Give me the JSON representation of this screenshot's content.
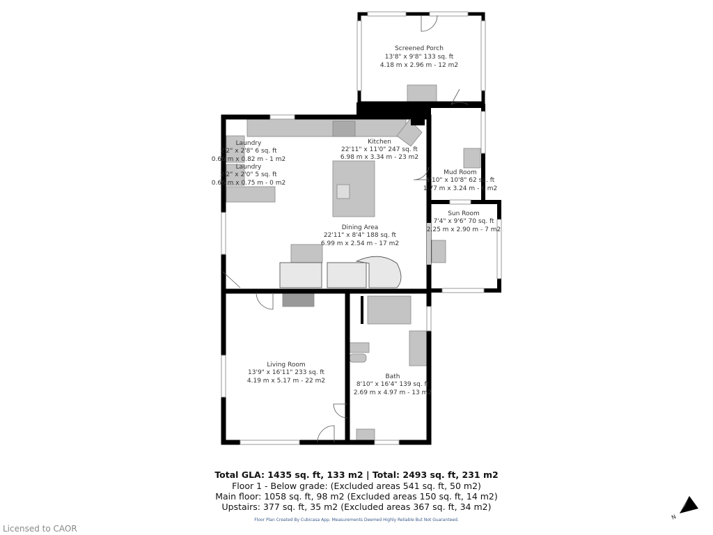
{
  "rooms": [
    {
      "name": "Screened Porch",
      "imperial": "13'8\" x 9'8\" 133 sq. ft",
      "metric": "4.18 m x 2.96 m - 12 m2"
    },
    {
      "name": "Kitchen",
      "imperial": "22'11\" x 11'0\" 247 sq. ft",
      "metric": "6.98 m x 3.34 m - 23 m2"
    },
    {
      "name": "Laundry",
      "imperial": "2'2\" x 2'8\" 6 sq. ft",
      "metric": "0.66 m x 0.82 m - 1 m2"
    },
    {
      "name": "Laundry",
      "imperial": "2'2\" x 2'0\" 5 sq. ft",
      "metric": "0.66 m x 0.75 m - 0 m2"
    },
    {
      "name": "Mud Room",
      "imperial": "5'10\" x 10'8\" 62 sq. ft",
      "metric": "1.77 m x 3.24 m - 6 m2"
    },
    {
      "name": "Sun Room",
      "imperial": "7'4\" x 9'6\" 70 sq. ft",
      "metric": "2.25 m x 2.90 m - 7 m2"
    },
    {
      "name": "Dining Area",
      "imperial": "22'11\" x 8'4\" 188 sq. ft",
      "metric": "6.99 m x 2.54 m - 17 m2"
    },
    {
      "name": "Living Room",
      "imperial": "13'9\" x 16'11\" 233 sq. ft",
      "metric": "4.19 m x 5.17 m - 22 m2"
    },
    {
      "name": "Bath",
      "imperial": "8'10\" x 16'4\" 139 sq. ft",
      "metric": "2.69 m x 4.97 m - 13 m2"
    }
  ],
  "summary": {
    "total": "Total GLA: 1435 sq. ft, 133 m2 | Total: 2493 sq. ft, 231 m2",
    "lines": [
      "Floor 1 - Below grade: (Excluded areas 541 sq. ft, 50 m2)",
      "Main floor: 1058 sq. ft, 98 m2 (Excluded areas 150 sq. ft, 14 m2)",
      "Upstairs: 377 sq. ft, 35 m2 (Excluded areas 367 sq. ft, 34 m2)"
    ],
    "credit": "Floor Plan Created By Cubicasa App. Measurements Deemed Highly Reliable But Not Guaranteed."
  },
  "compass": {
    "label": "N",
    "icon": "north-arrow-icon"
  },
  "license": "Licensed to CAOR",
  "colors": {
    "wall": "#000000",
    "fixture": "#c4c4c4",
    "window": "#bbbbbb"
  }
}
